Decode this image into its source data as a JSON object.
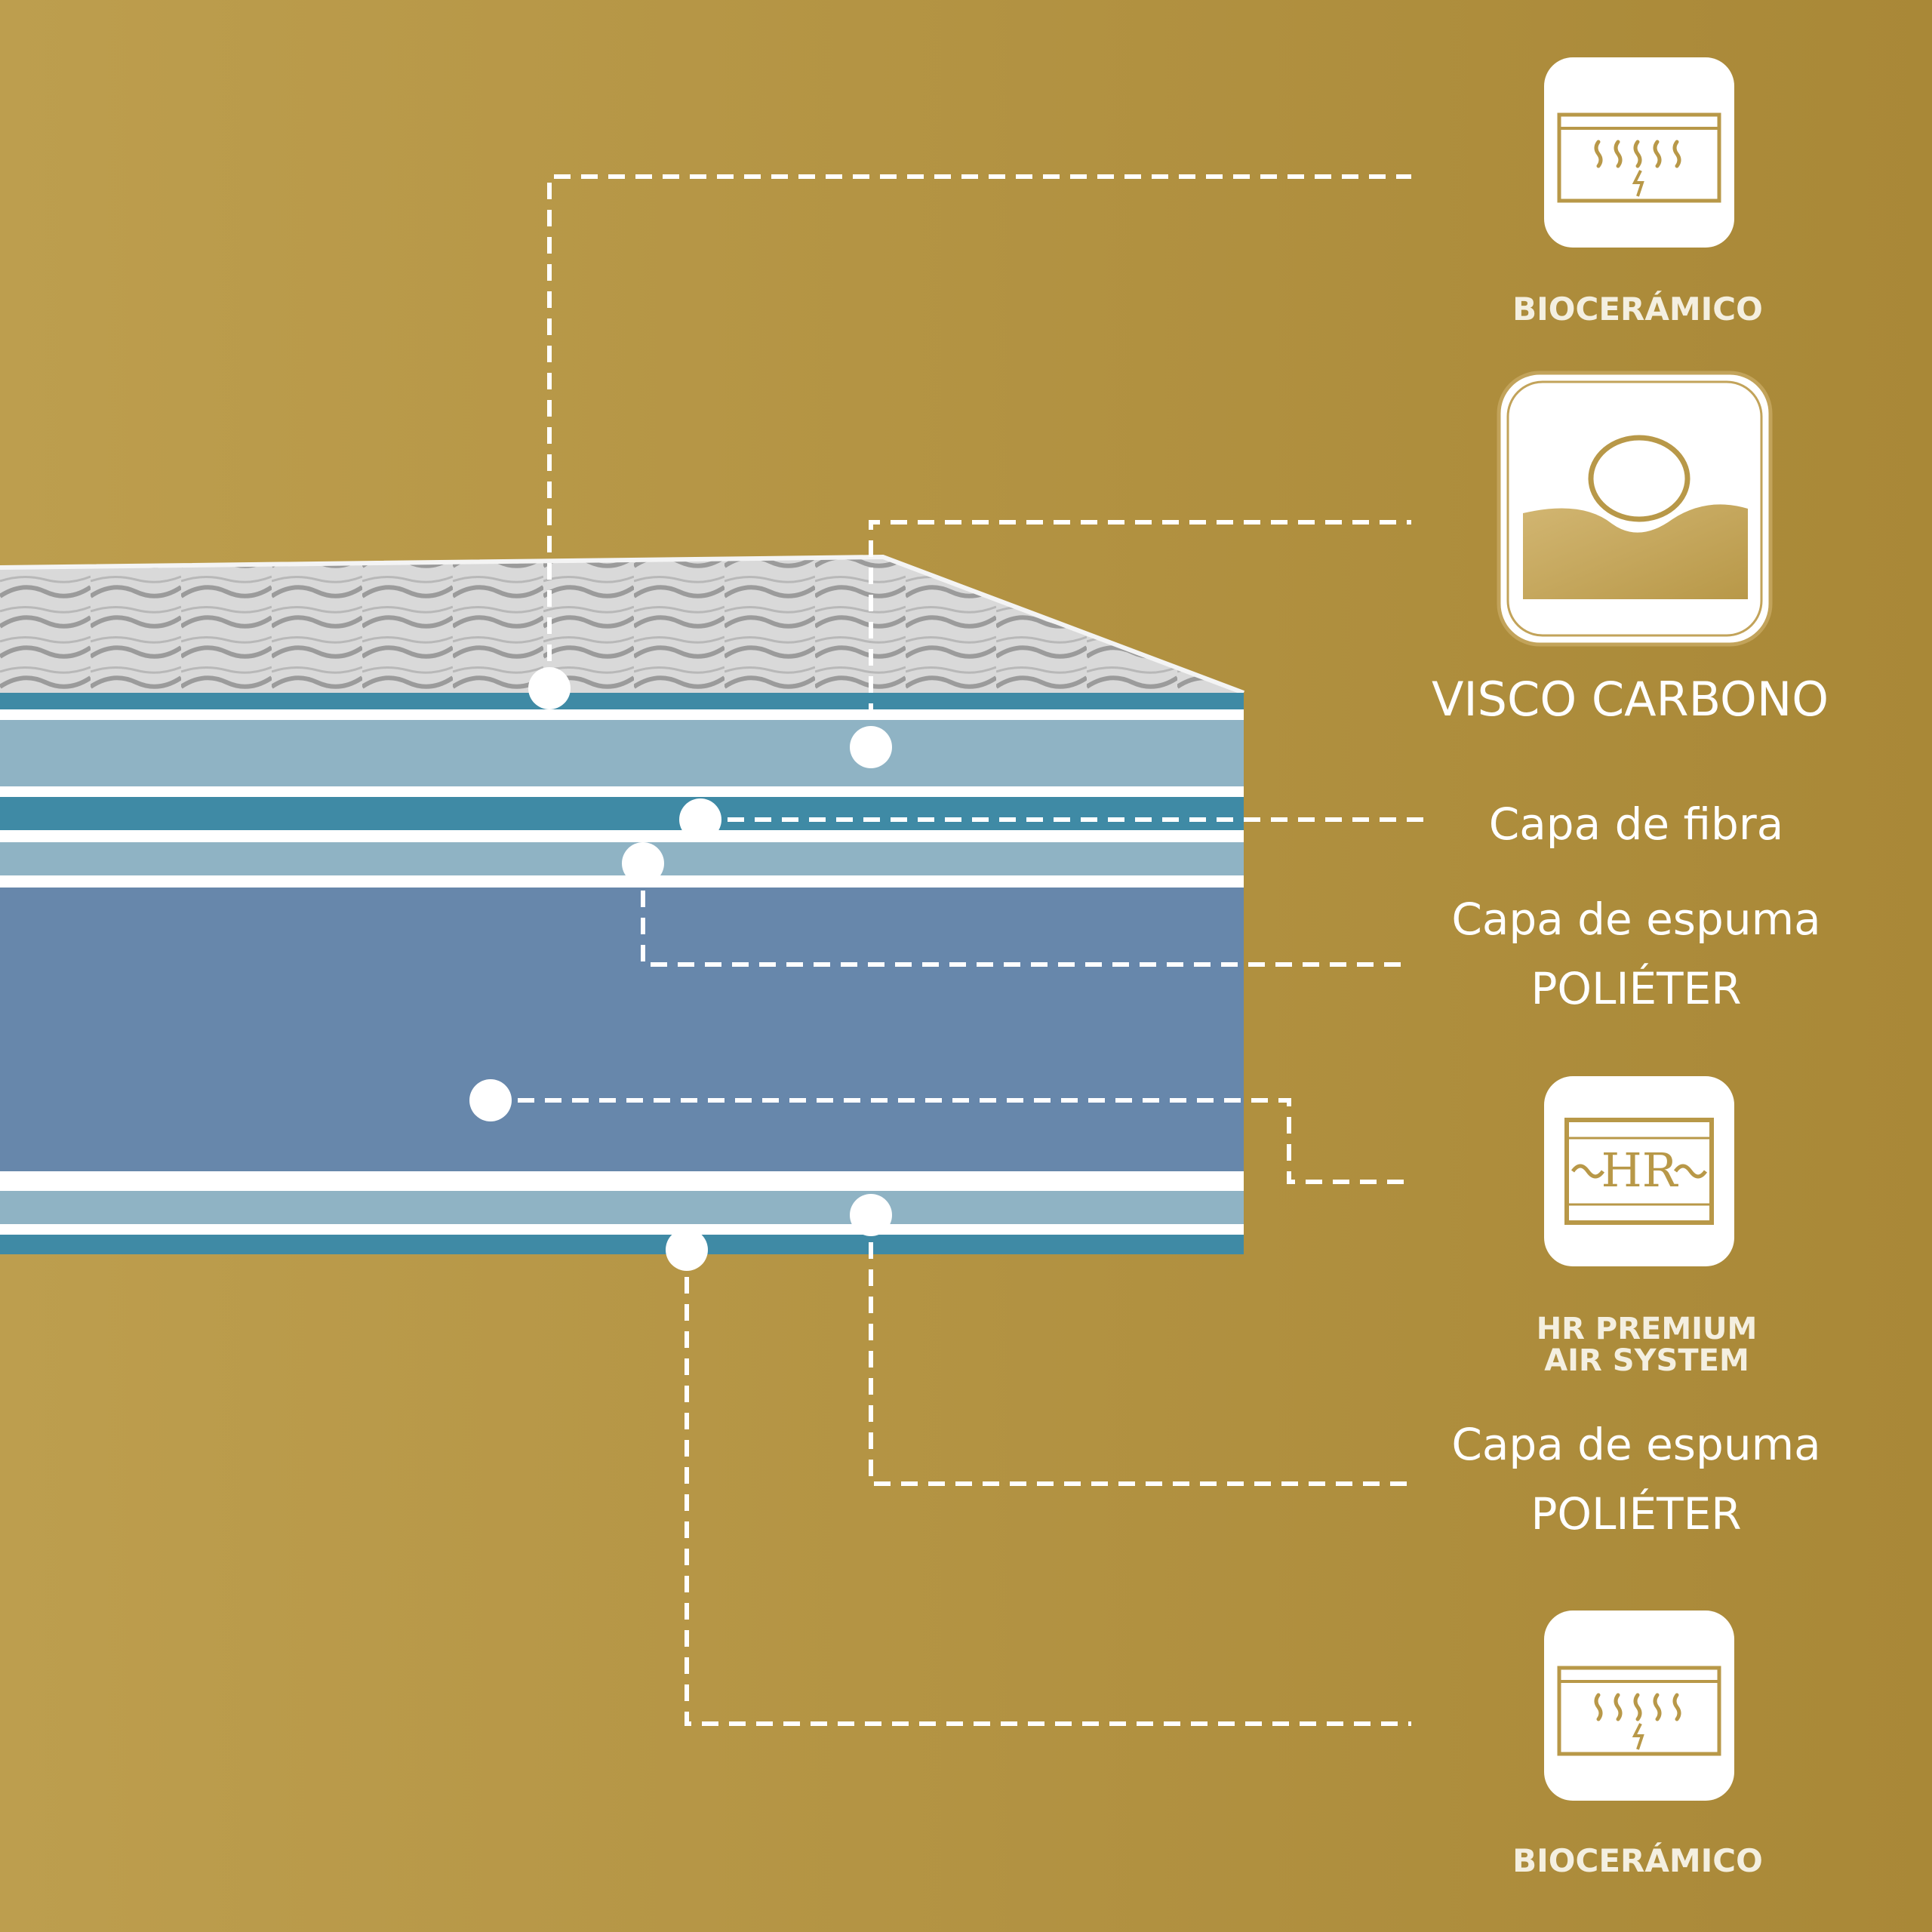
{
  "colors": {
    "background_left": "#bd9e4e",
    "background_right": "#a98837",
    "layer_dark": "#3f8aa5",
    "layer_light": "#8fb3c4",
    "layer_core": "#6787ab",
    "white": "#ffffff",
    "tile_gold": "#c2a35a"
  },
  "labels": {
    "bioceramic_top": "BIOCERÁMICO",
    "visco": "VISCO CARBONO",
    "fibra": "Capa de fibra",
    "espuma_1_line1": "Capa de espuma",
    "espuma_1_line2": "POLIÉTER",
    "hr_line1": "HR PREMIUM",
    "hr_line2": "AIR SYSTEM",
    "espuma_2_line1": "Capa de espuma",
    "espuma_2_line2": "POLIÉTER",
    "bioceramic_bottom": "BIOCERÁMICO",
    "hr_icon_text": "HR"
  },
  "icons": {
    "bioceramic_top": "bioceramic-layer-icon",
    "visco": "memory-foam-pillow-icon",
    "hr": "hr-foam-block-icon",
    "bioceramic_bottom": "bioceramic-layer-icon"
  }
}
